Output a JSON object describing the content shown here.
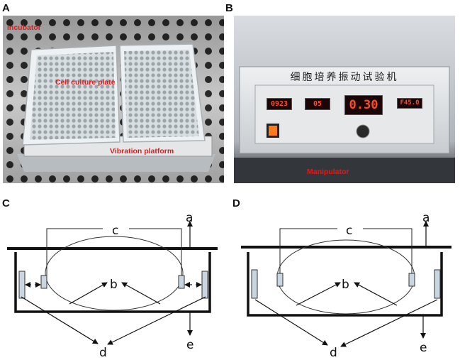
{
  "panels": {
    "a": {
      "letter": "A",
      "labels": {
        "incubator": "Incubator",
        "cell_culture_plate": "Cell culture plate",
        "vibration_platform": "Vibration platform"
      }
    },
    "b": {
      "letter": "B",
      "device_title": "细胞培养振动试验机",
      "displays": [
        "0923",
        "05",
        "0.30",
        "F45.0"
      ],
      "manipulator_label": "Manipulator"
    },
    "c": {
      "letter": "C",
      "labels": {
        "a": "a",
        "b": "b",
        "c": "c",
        "d": "d",
        "e": "e"
      }
    },
    "d": {
      "letter": "D",
      "labels": {
        "a": "a",
        "b": "b",
        "c": "c",
        "d": "d",
        "e": "e"
      }
    }
  },
  "colors": {
    "label_red": "#d81e1e",
    "display_red": "#ff4a2a",
    "probe_fill": "#c9d6e2"
  }
}
